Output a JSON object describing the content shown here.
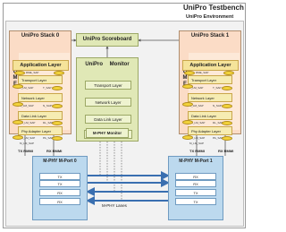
{
  "header": {
    "title": "UniPro Testbench",
    "environment": "UniPro Environment"
  },
  "stack0": {
    "title": "UniPro Stack 0",
    "dme": "DME",
    "application": "Application Layer",
    "layers": [
      "Transport Layer",
      "Network Layer",
      "Data Link Layer",
      "Phy Adapter Layer"
    ],
    "saps": {
      "dme": "DME_SAP",
      "t": "T_LM_SAP",
      "t2": "T_SAP",
      "n": "N_LM_SAP",
      "n2": "N_SAP",
      "dl": "DL_LM_SAP",
      "dl2": "DL_SAP",
      "pa": "PA_LM_SAP",
      "pa2": "PA_SAP",
      "m": "M_LM_SAP"
    }
  },
  "stack1": {
    "title": "UniPro Stack 1",
    "dme": "DME",
    "application": "Application Layer",
    "layers": [
      "Transport Layer",
      "Network Layer",
      "Data Link Layer",
      "Phy Adapter Layer"
    ],
    "saps": {
      "dme": "DME_SAP",
      "t": "T_LM_SAP",
      "t2": "T_SAP",
      "n": "N_LM_SAP",
      "n2": "N_SAP",
      "dl": "DL_LM_SAP",
      "dl2": "DL_SAP",
      "pa": "PA_LM_SAP",
      "pa2": "PA_SAP",
      "m": "M_LM_SAP"
    }
  },
  "scoreboard": "UniPro Scoreboard",
  "monitor": {
    "title": "UniPro Monitor",
    "layers": [
      "Transport Layer",
      "Network Layer",
      "Data Link Layer",
      "Phy Adapter Layer"
    ],
    "mphy": "M-PHY Monitor"
  },
  "port0": {
    "title": "M-PHY M-Port 0",
    "lanes": [
      "TX",
      "TX",
      "RX",
      "RX"
    ],
    "tx_rmmi": "TX RMMI",
    "rx_rmmi": "RX RMMI"
  },
  "port1": {
    "title": "M-PHY M-Port 1",
    "lanes": [
      "RX",
      "RX",
      "TX",
      "TX"
    ],
    "tx_rmmi": "TX RMMI",
    "rx_rmmi": "RX RMMI"
  },
  "lanes_label": "M-PHY Lanes",
  "colors": {
    "stack": "#fbdcc6",
    "monitor": "#e0e8b6",
    "port": "#bcd9ee",
    "arrow": "#3a6fb0"
  }
}
